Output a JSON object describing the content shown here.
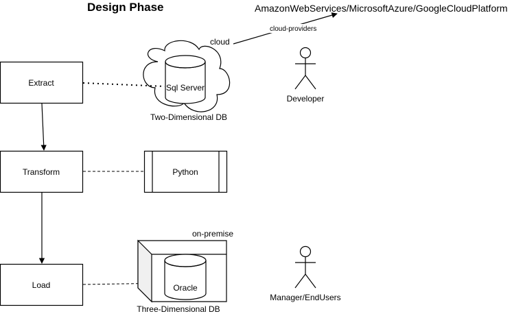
{
  "title": "Design Phase",
  "cloud_platforms": "AmazonWebServices/MicrosoftAzure/GoogleCloudPlatform",
  "edge_labels": {
    "cloud": "cloud",
    "cloud_providers": "cloud-providers",
    "on_premise": "on-premise"
  },
  "steps": {
    "extract": "Extract",
    "transform": "Transform",
    "load": "Load"
  },
  "tools": {
    "sql_server": "Sql Server",
    "python": "Python",
    "oracle": "Oracle"
  },
  "captions": {
    "two_dimensional_db": "Two-Dimensional DB",
    "three_dimensional_db": "Three-Dimensional DB"
  },
  "actors": {
    "developer": "Developer",
    "managers": "Manager/EndUsers"
  },
  "colors": {
    "stroke": "#000000",
    "fill": "#ffffff",
    "box_side": "#f0f0f0"
  }
}
